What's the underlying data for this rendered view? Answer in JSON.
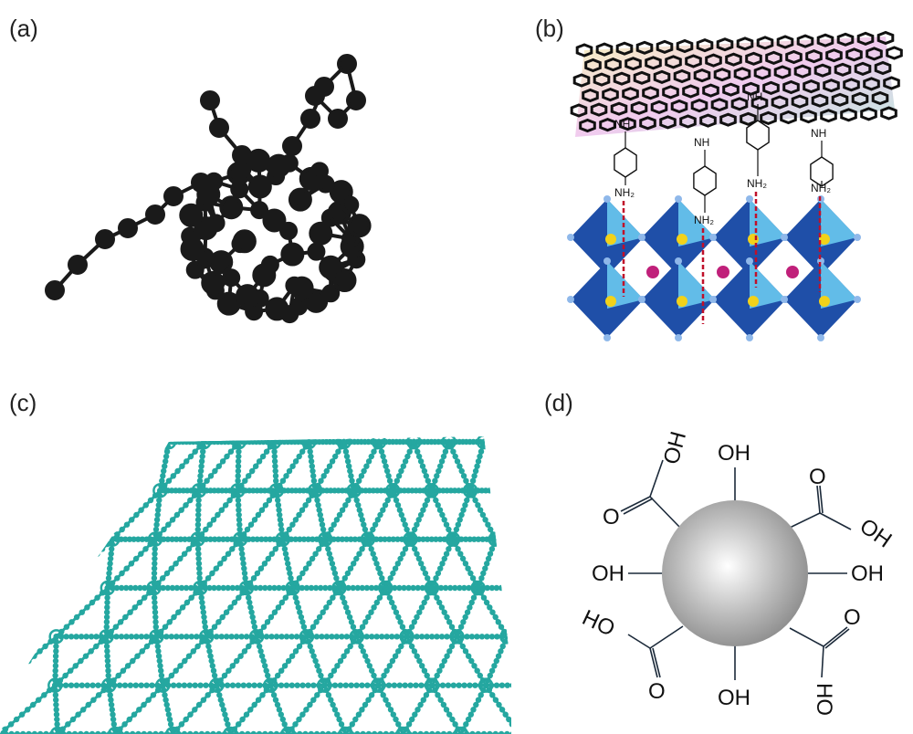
{
  "panels": {
    "a": {
      "label": "(a)"
    },
    "b": {
      "label": "(b)",
      "nh_label": "NH",
      "nh2_label": "NH₂"
    },
    "c": {
      "label": "(c)"
    },
    "d": {
      "label": "(d)",
      "groups": {
        "oh": "OH",
        "ho": "HO",
        "o": "O"
      }
    }
  },
  "colors": {
    "molecule": "#1a1a1a",
    "lattice": "#25a7a0",
    "octa_dark": "#1f4fa8",
    "octa_light": "#62bce8",
    "dash": "#c0102a",
    "sphere": "#9e9e9e"
  }
}
